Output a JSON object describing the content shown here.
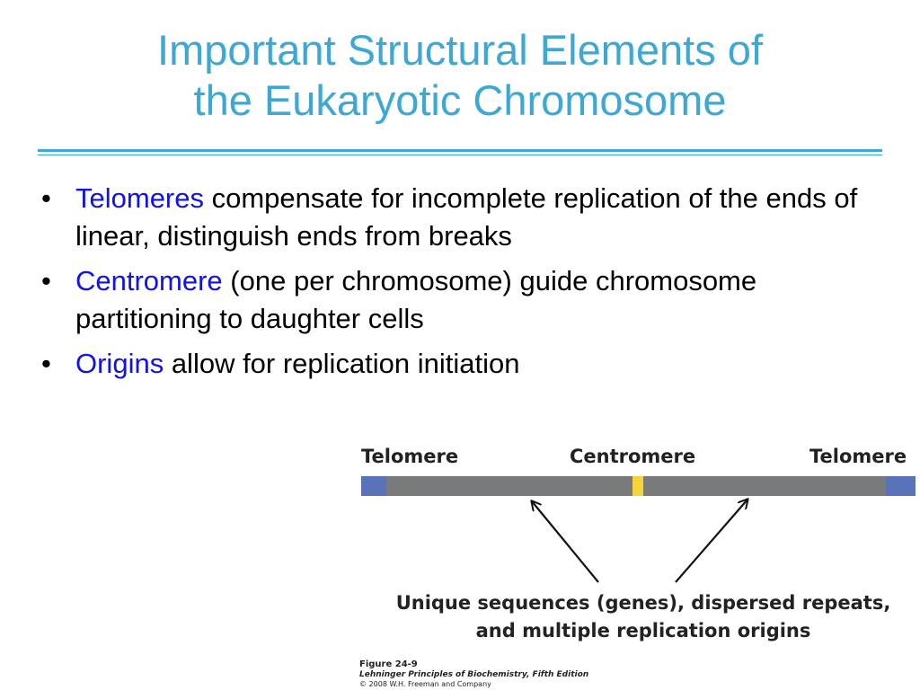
{
  "slide": {
    "title_line1": "Important Structural Elements of",
    "title_line2": "the Eukaryotic Chromosome",
    "bullet_glyph": "•",
    "bullets": [
      {
        "term": "Telomeres",
        "text": " compensate for incomplete replication of the ends of linear, distinguish ends from breaks"
      },
      {
        "term": "Centromere",
        "text": " (one per chromosome) guide chromosome partitioning to daughter cells"
      },
      {
        "term": "Origins",
        "text": " allow for replication initiation"
      }
    ],
    "colors": {
      "title": "#3ba8d6",
      "term": "#1111ee",
      "telomere": "#5a73b8",
      "centromere": "#f7d33a",
      "chromosome": "#797a7c"
    }
  },
  "figure": {
    "label_left": "Telomere",
    "label_center": "Centromere",
    "label_right": "Telomere",
    "caption_line1": "Unique sequences (genes), dispersed repeats,",
    "caption_line2": "and multiple replication origins",
    "figure_number": "Figure 24-9",
    "book": "Lehninger Principles of Biochemistry, Fifth Edition",
    "copyright": "© 2008 W.H. Freeman and Company"
  }
}
